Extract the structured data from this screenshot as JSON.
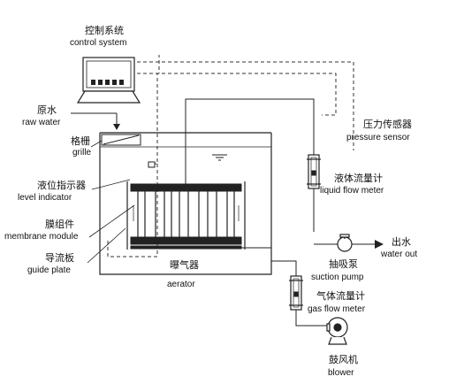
{
  "diagram": {
    "title": "",
    "labels": {
      "control_system_zh": "控制系统",
      "control_system_en": "control system",
      "raw_water_zh": "原水",
      "raw_water_en": "raw water",
      "grille_zh": "格栅",
      "grille_en": "grille",
      "level_indicator_zh": "液位指示器",
      "level_indicator_en": "level indicator",
      "membrane_module_zh": "膜组件",
      "membrane_module_en": "membrane module",
      "guide_plate_zh": "导流板",
      "guide_plate_en": "guide plate",
      "aerator_zh": "曝气器",
      "aerator_en": "aerator",
      "pressure_sensor_zh": "压力传感器",
      "pressure_sensor_en": "pressure sensor",
      "liquid_flow_meter_zh": "液体流量计",
      "liquid_flow_meter_en": "liquid flow meter",
      "water_out_zh": "出水",
      "water_out_en": "water out",
      "suction_pump_zh": "抽吸泵",
      "suction_pump_en": "suction pump",
      "gas_flow_meter_zh": "气体流量计",
      "gas_flow_meter_en": "gas flow meter",
      "blower_zh": "鼓风机",
      "blower_en": "blower"
    },
    "colors": {
      "line": "#222222",
      "fill": "#ffffff"
    }
  }
}
